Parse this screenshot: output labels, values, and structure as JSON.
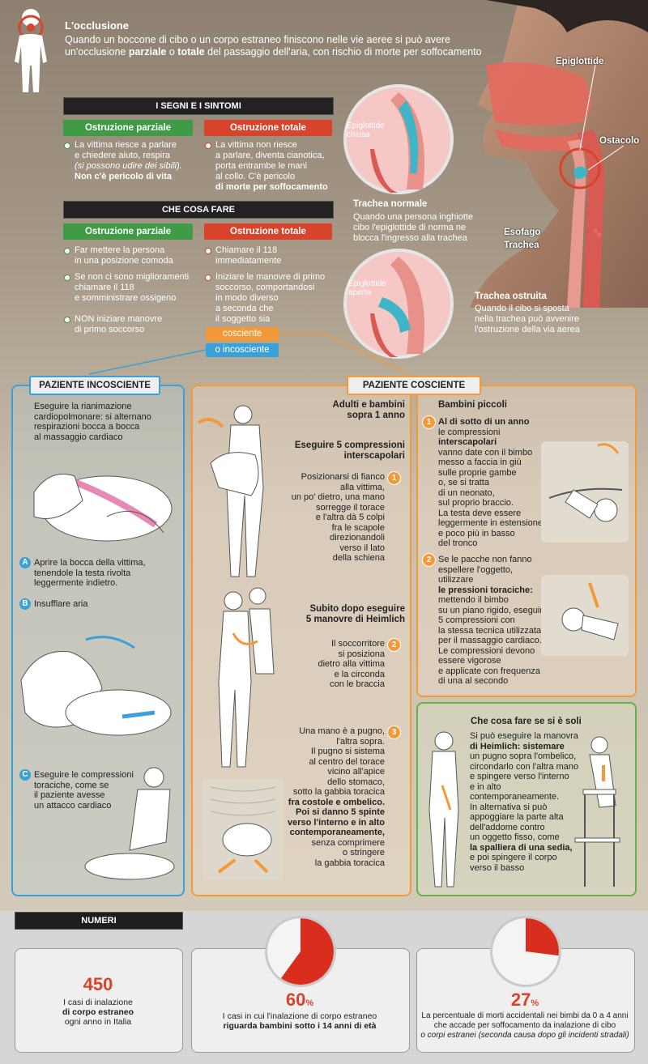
{
  "header": {
    "title": "L'occlusione",
    "intro_1": "Quando un boccone di cibo o un corpo estraneo finiscono nelle vie aeree si può avere",
    "intro_2a": "un'occlusione ",
    "intro_2b": "parziale",
    "intro_2c": " o ",
    "intro_2d": "totale",
    "intro_2e": " del passaggio dell'aria, con rischio di morte per soffocamento"
  },
  "signs": {
    "bar": "I SEGNI E I SINTOMI",
    "partial_label": "Ostruzione parziale",
    "total_label": "Ostruzione totale",
    "partial_lines": [
      "La vittima riesce a parlare",
      "e chiedere aiuto, respira",
      "(si possono udire dei sibili).",
      "Non c'è pericolo di vita"
    ],
    "total_lines": [
      "La vittima non riesce",
      "a parlare, diventa cianotica,",
      "porta entrambe le mani",
      "al collo. C'è pericolo",
      "di morte per soffocamento"
    ]
  },
  "todo": {
    "bar": "CHE COSA FARE",
    "partial_label": "Ostruzione parziale",
    "total_label": "Ostruzione totale",
    "partial_1": [
      "Far mettere la persona",
      "in una posizione comoda"
    ],
    "partial_2": [
      "Se non ci sono miglioramenti",
      "chiamare il 118",
      "e somministrare ossigeno"
    ],
    "partial_3": [
      "NON iniziare manovre",
      "di primo soccorso"
    ],
    "total_1": [
      "Chiamare il 118",
      "immediatamente"
    ],
    "total_2": [
      "Iniziare le manovre di primo",
      "soccorso, comportandosi",
      "in modo diverso",
      "a seconda che",
      "il soggetto sia"
    ],
    "conscious_tag": "cosciente",
    "unconscious_tag": "o incosciente"
  },
  "anatomy": {
    "epiglottis": "Epiglottide",
    "obstacle": "Ostacolo",
    "esophagus": "Esofago",
    "trachea": "Trachea",
    "closed_label": "Epiglottide chiusa",
    "open_label": "Epiglottide aperta",
    "normal_title": "Trachea normale",
    "normal_text": [
      "Quando una persona inghiotte",
      "cibo l'epiglottide di norma ne",
      "blocca l'ingresso alla trachea"
    ],
    "blocked_title": "Trachea ostruita",
    "blocked_text": [
      "Quando il cibo si sposta",
      "nella trachea può avvenire",
      "l'ostruzione della via aerea"
    ]
  },
  "unconscious": {
    "tag": "PAZIENTE INCOSCIENTE",
    "intro": [
      "Eseguire la rianimazione",
      "cardiopolmonare: si alternano",
      "respirazioni bocca a bocca",
      "al massaggio cardiaco"
    ],
    "step_a_badge": "A",
    "step_a": [
      "Aprire la bocca della vittima,",
      "tenendole la testa rivolta",
      "leggermente indietro."
    ],
    "step_b_badge": "B",
    "step_b": [
      "Insufflare aria"
    ],
    "step_c_badge": "C",
    "step_c": [
      "Eseguire le compressioni",
      "toraciche, come se",
      "il paziente avesse",
      "un attacco cardiaco"
    ]
  },
  "conscious": {
    "tag": "PAZIENTE COSCIENTE",
    "adults_title": [
      "Adulti e bambini",
      "sopra 1 anno"
    ],
    "adults_h1": [
      "Eseguire 5 compressioni",
      "interscapolari"
    ],
    "adults_1_badge": "1",
    "adults_1": [
      "Posizionarsi di fianco",
      "alla vittima,",
      "un po' dietro, una mano",
      "sorregge il torace",
      "e l'altra dà 5 colpi",
      "fra le scapole",
      "direzionandoli",
      "verso il lato",
      "della schiena"
    ],
    "adults_h2": [
      "Subito dopo eseguire",
      "5 manovre di Heimlich"
    ],
    "adults_2_badge": "2",
    "adults_2": [
      "Il soccorritore",
      "si posiziona",
      "dietro alla vittima",
      "e la circonda",
      "con le braccia"
    ],
    "adults_3_badge": "3",
    "adults_3": [
      "Una mano è a pugno,",
      "l'altra sopra.",
      "Il pugno si sistema",
      "al centro del torace",
      "vicino all'apice",
      "dello stomaco,",
      "sotto la gabbia toracica",
      "fra costole e ombelico.",
      "Poi si danno 5 spinte",
      "verso l'interno e in alto",
      "contemporaneamente,",
      "senza comprimere",
      "o stringere",
      "la gabbia toracica"
    ],
    "kids_title": "Bambini piccoli",
    "kids_1_badge": "1",
    "kids_1": [
      "Al di sotto di un anno",
      "le compressioni",
      "interscapolari",
      "vanno date con il bimbo",
      "messo a faccia in giù",
      "sulle proprie gambe",
      "o, se si tratta",
      "di un neonato,",
      "sul proprio braccio.",
      "La testa deve essere",
      "leggermente in estensione",
      "e poco più in basso",
      "del tronco"
    ],
    "kids_2_badge": "2",
    "kids_2": [
      "Se le pacche non fanno",
      "espellere l'oggetto,",
      "utilizzare",
      "le pressioni toraciche:",
      "mettendo il bimbo",
      "su un piano rigido, eseguire",
      "5 compressioni con",
      "la stessa tecnica utilizzata",
      "per il massaggio cardiaco.",
      "Le compressioni devono",
      "essere vigorose",
      "e applicate con frequenza",
      "di una al secondo"
    ]
  },
  "alone": {
    "title": "Che cosa fare se si è soli",
    "lines": [
      "Si può eseguire la manovra",
      "di Heimlich: sistemare",
      "un pugno sopra l'ombelico,",
      "circondarlo con l'altra mano",
      "e spingere verso l'interno",
      "e in alto contemporaneamente.",
      "In alternativa si può",
      "appoggiare la parte alta",
      "dell'addome contro",
      "un oggetto fisso, come",
      "la spalliera di una sedia,",
      "e poi spingere il corpo",
      "verso il basso"
    ]
  },
  "numbers": {
    "bar": "NUMERI",
    "stat1_value": "450",
    "stat1_lines": [
      "I casi di inalazione",
      "di corpo estraneo",
      "ogni anno in Italia"
    ],
    "stat2_value": "60",
    "stat2_unit": "%",
    "stat2_fraction": 0.6,
    "stat2_lines": [
      "I casi in cui l'inalazione di corpo estraneo",
      "riguarda bambini sotto i 14 anni di età"
    ],
    "stat3_value": "27",
    "stat3_unit": "%",
    "stat3_fraction": 0.27,
    "stat3_lines": [
      "La percentuale di morti accidentali nei bimbi da 0 a 4 anni",
      "che accade per soffocamento da inalazione di cibo",
      "o corpi estranei (seconda causa dopo gli incidenti stradali)"
    ]
  },
  "colors": {
    "green": "#3f9b45",
    "red": "#d7442b",
    "blue": "#3aa1d8",
    "orange": "#f29a3a",
    "pie_red": "#d92d1e"
  }
}
